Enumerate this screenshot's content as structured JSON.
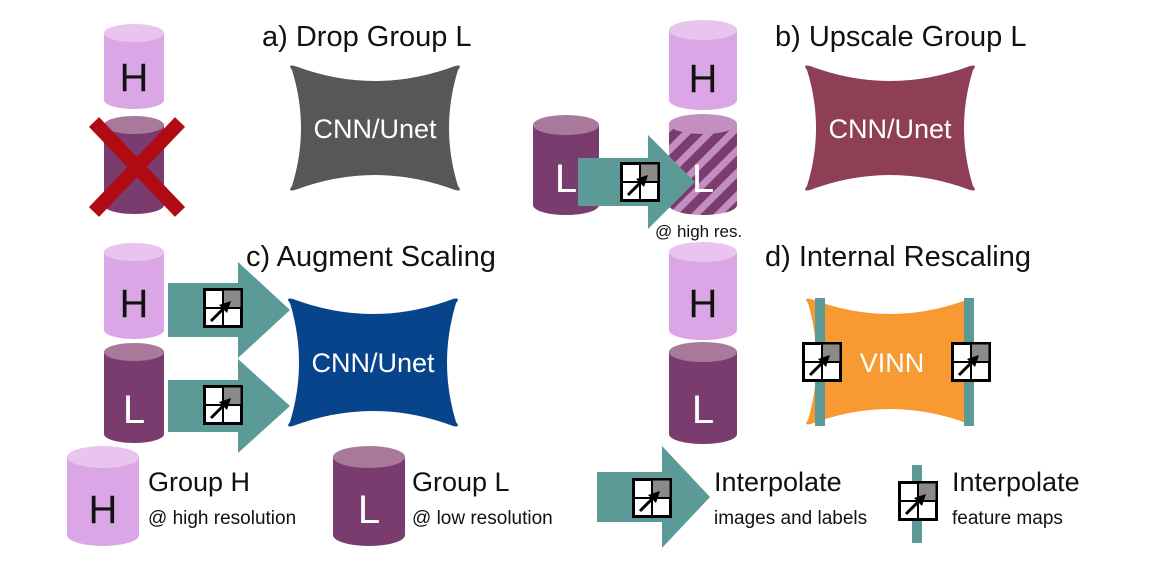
{
  "colors": {
    "group_h": "#dba6e6",
    "group_h_top": "#e9c4ef",
    "group_l": "#7a3b6f",
    "group_l_top": "#a9799b",
    "arrow": "#5c9a98",
    "cross": "#b00a13",
    "net_a": "#575757",
    "net_b": "#8f3f55",
    "net_c": "#08448c",
    "net_d": "#f79a31"
  },
  "cylinders": {
    "h_letter": "H",
    "l_letter": "L"
  },
  "panels": {
    "a": {
      "title": "a) Drop Group L",
      "net_label": "CNN/Unet"
    },
    "b": {
      "title": "b) Upscale Group L",
      "net_label": "CNN/Unet",
      "note": "@ high res."
    },
    "c": {
      "title": "c) Augment Scaling",
      "net_label": "CNN/Unet"
    },
    "d": {
      "title": "d) Internal Rescaling",
      "net_label": "VINN"
    }
  },
  "legend": {
    "group_h": {
      "title": "Group H",
      "subtitle": "@ high resolution"
    },
    "group_l": {
      "title": "Group L",
      "subtitle": "@ low resolution"
    },
    "interp_images": {
      "title": "Interpolate",
      "subtitle": "images and labels"
    },
    "interp_features": {
      "title": "Interpolate",
      "subtitle": "feature maps"
    }
  },
  "icons": {
    "cylinder": "database-cylinder-icon",
    "cross": "cross-icon",
    "arrow": "interpolate-arrow-icon",
    "feature_bar": "feature-map-bar-icon",
    "interp_symbol": "interpolation-grid-icon"
  }
}
